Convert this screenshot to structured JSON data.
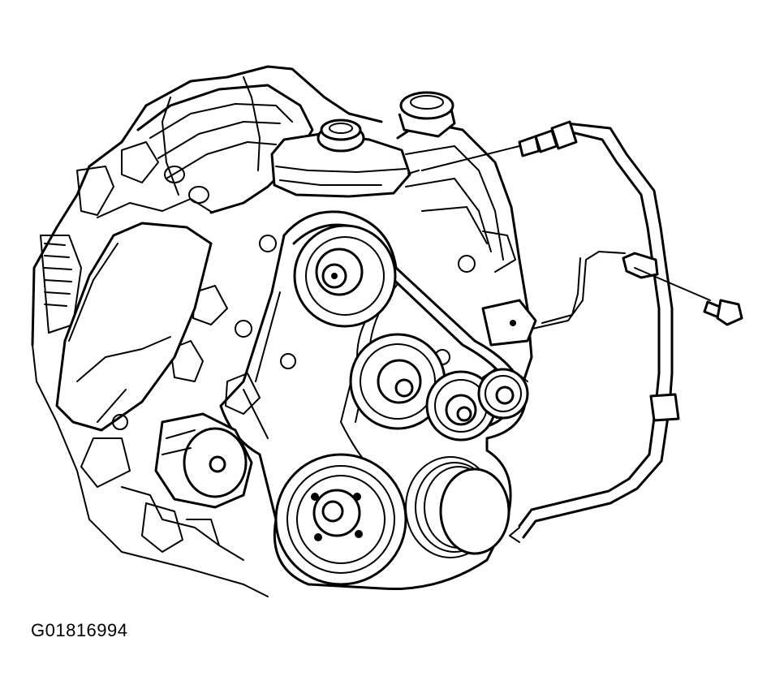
{
  "figure": {
    "id_label": "G01816994",
    "colors": {
      "line": "#000000",
      "background": "#ffffff"
    },
    "components": [
      "engine-block",
      "intake-manifold",
      "coolant-reservoir",
      "reservoir-cap",
      "oil-filler-cap",
      "serpentine-belt",
      "upper-idler-pulley",
      "water-pump-pulley",
      "power-steering-pulley",
      "belt-tensioner",
      "crankshaft-pulley",
      "ac-compressor-clutch",
      "generator-pulley",
      "ac-line",
      "ac-line-fitting",
      "ac-line-bracket",
      "mounting-bolt"
    ]
  }
}
